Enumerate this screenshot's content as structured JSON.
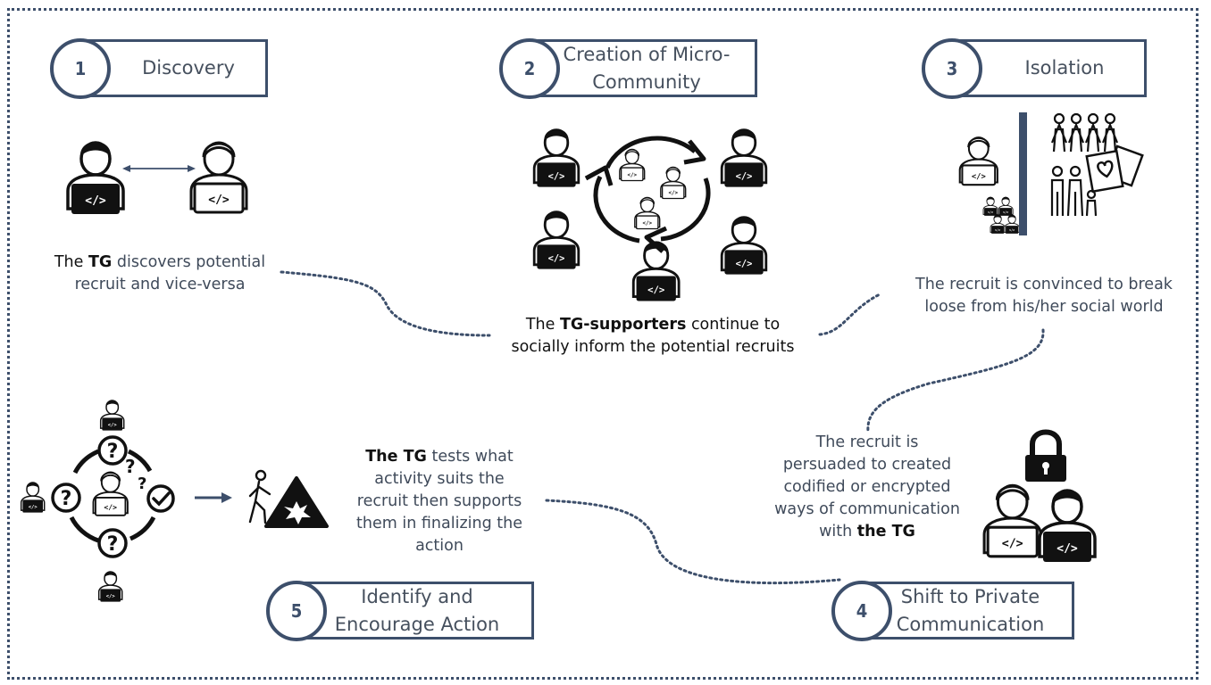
{
  "steps": [
    {
      "num": "1",
      "title": "Discovery"
    },
    {
      "num": "2",
      "title": "Creation of Micro-Community"
    },
    {
      "num": "3",
      "title": "Isolation"
    },
    {
      "num": "4",
      "title": "Shift to Private Communication"
    },
    {
      "num": "5",
      "title": "Identify and Encourage Action"
    }
  ],
  "descriptions": {
    "discovery": {
      "pre": "The ",
      "bold": "TG",
      "post": " discovers potential recruit and vice-versa"
    },
    "micro_community": {
      "pre": "The ",
      "bold": "TG-supporters",
      "post": " continue to socially inform the potential recruits"
    },
    "isolation": {
      "text": "The recruit is convinced to break loose from his/her social world"
    },
    "private_comm": {
      "pre": "The recruit is persuaded to created codified or encrypted ways of communication with ",
      "bold": "the TG"
    },
    "action": {
      "bold": "The TG",
      "post": " tests what activity suits the recruit then supports them in finalizing the action"
    }
  },
  "icons": [
    "laptop-user-icon",
    "double-arrow-icon",
    "cycle-arrows-icon",
    "family-icon",
    "photo-frames-icon",
    "padlock-icon",
    "question-mark-icon",
    "check-mark-icon",
    "walking-person-icon",
    "explosion-warning-icon"
  ],
  "colors": {
    "frame": "#3d4f6b",
    "text": "#3f4a5a",
    "icon": "#111111"
  }
}
